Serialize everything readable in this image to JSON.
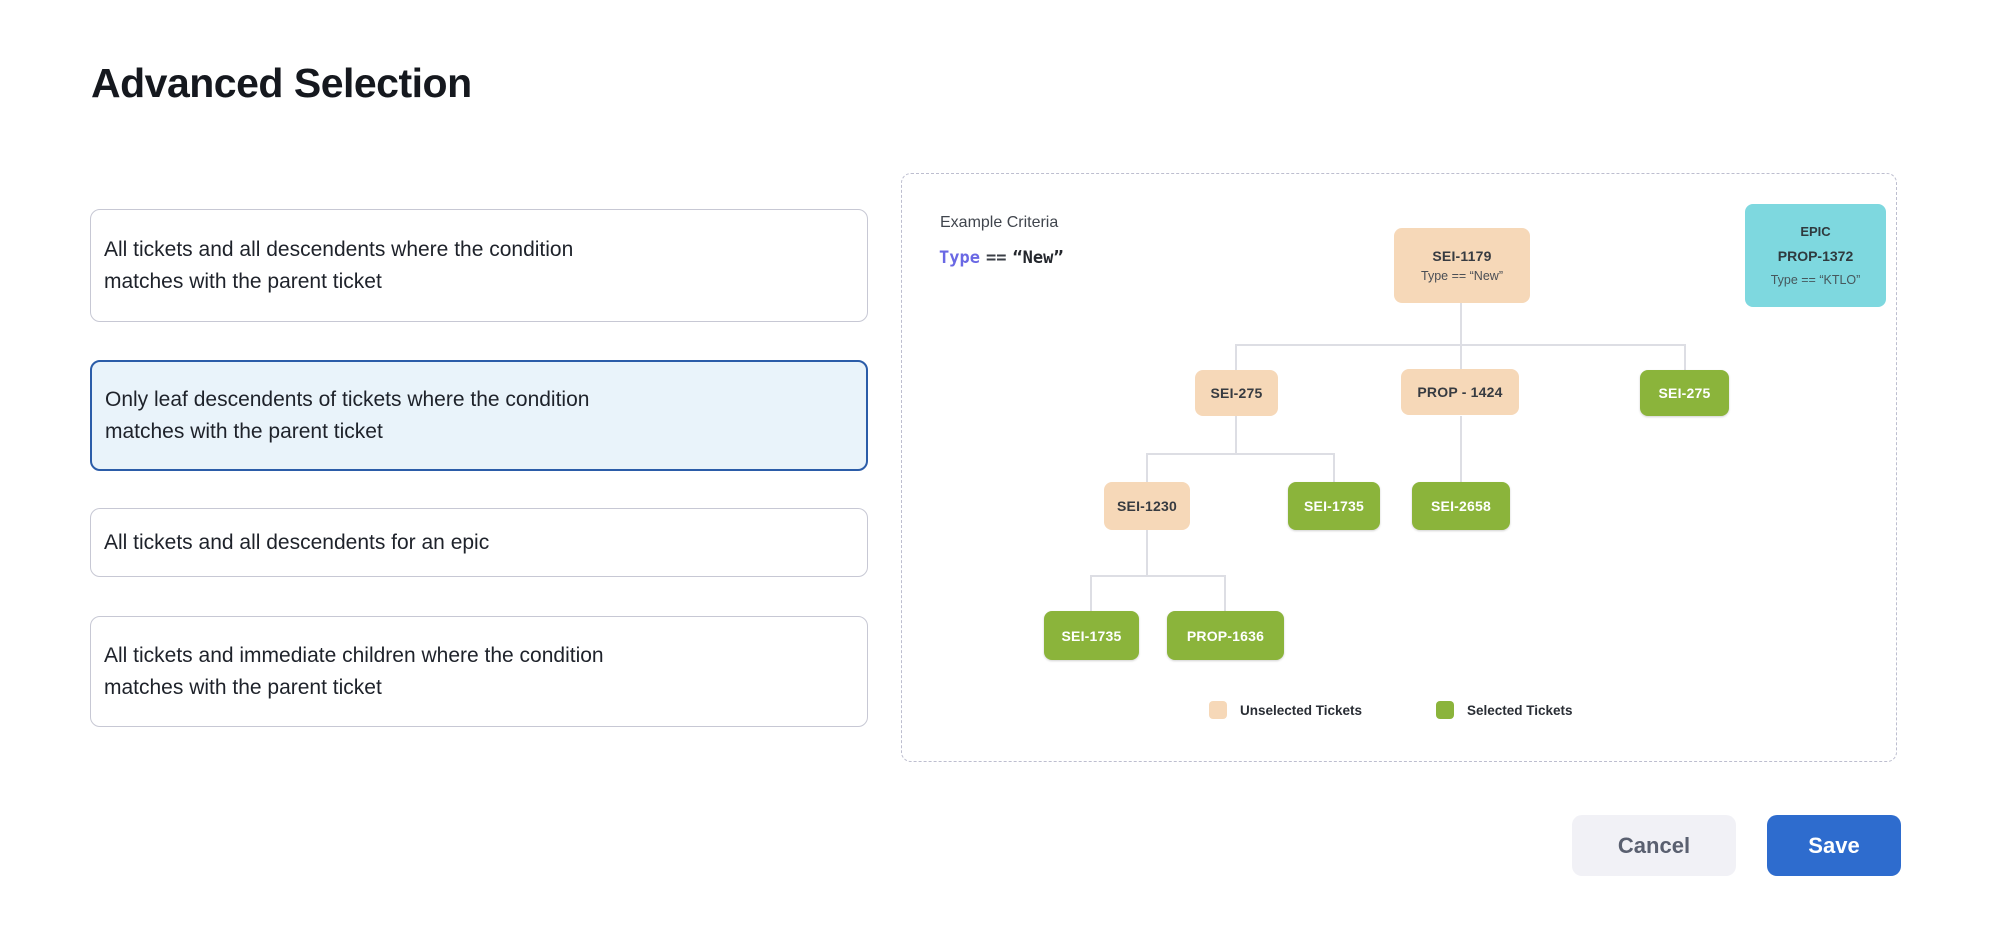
{
  "dialog": {
    "title": "Advanced Selection"
  },
  "options": [
    {
      "lines": [
        "All tickets and all descendents where the condition",
        "matches with the parent ticket"
      ],
      "selected": false
    },
    {
      "lines": [
        "Only leaf descendents of tickets where the condition",
        "matches with the parent ticket"
      ],
      "selected": true
    },
    {
      "lines": [
        "All tickets and all descendents for an epic"
      ],
      "selected": false
    },
    {
      "lines": [
        "All tickets and immediate children where the condition",
        "matches with the parent ticket"
      ],
      "selected": false
    }
  ],
  "example": {
    "heading": "Example Criteria",
    "criteria": {
      "field": "Type",
      "operator": "==",
      "value": "“New”"
    },
    "epic_card": {
      "kind": "EPIC",
      "id": "PROP-1372",
      "condition": "Type == “KTLO”"
    },
    "tree_nodes": [
      {
        "id": "SEI-1179",
        "condition": "Type == “New”",
        "state": "unselected"
      },
      {
        "id": "SEI-275",
        "state": "unselected"
      },
      {
        "id": "PROP - 1424",
        "state": "unselected"
      },
      {
        "id": "SEI-275",
        "state": "selected"
      },
      {
        "id": "SEI-1230",
        "state": "unselected"
      },
      {
        "id": "SEI-1735",
        "state": "selected"
      },
      {
        "id": "SEI-2658",
        "state": "selected"
      },
      {
        "id": "SEI-1735",
        "state": "selected"
      },
      {
        "id": "PROP-1636",
        "state": "selected"
      }
    ],
    "legend": [
      {
        "label": "Unselected Tickets",
        "color": "#F6D8B8"
      },
      {
        "label": "Selected Tickets",
        "color": "#8BB43B"
      }
    ]
  },
  "footer": {
    "cancel": "Cancel",
    "save": "Save"
  },
  "colors": {
    "accent_blue": "#2E6CCE",
    "selected_card_border": "#2B5CA8",
    "selected_card_bg": "#E9F3FA",
    "unselected_node": "#F6D8B8",
    "selected_node": "#8BB43B",
    "epic_node": "#7ED8DF",
    "criteria_field": "#6A68E4"
  }
}
